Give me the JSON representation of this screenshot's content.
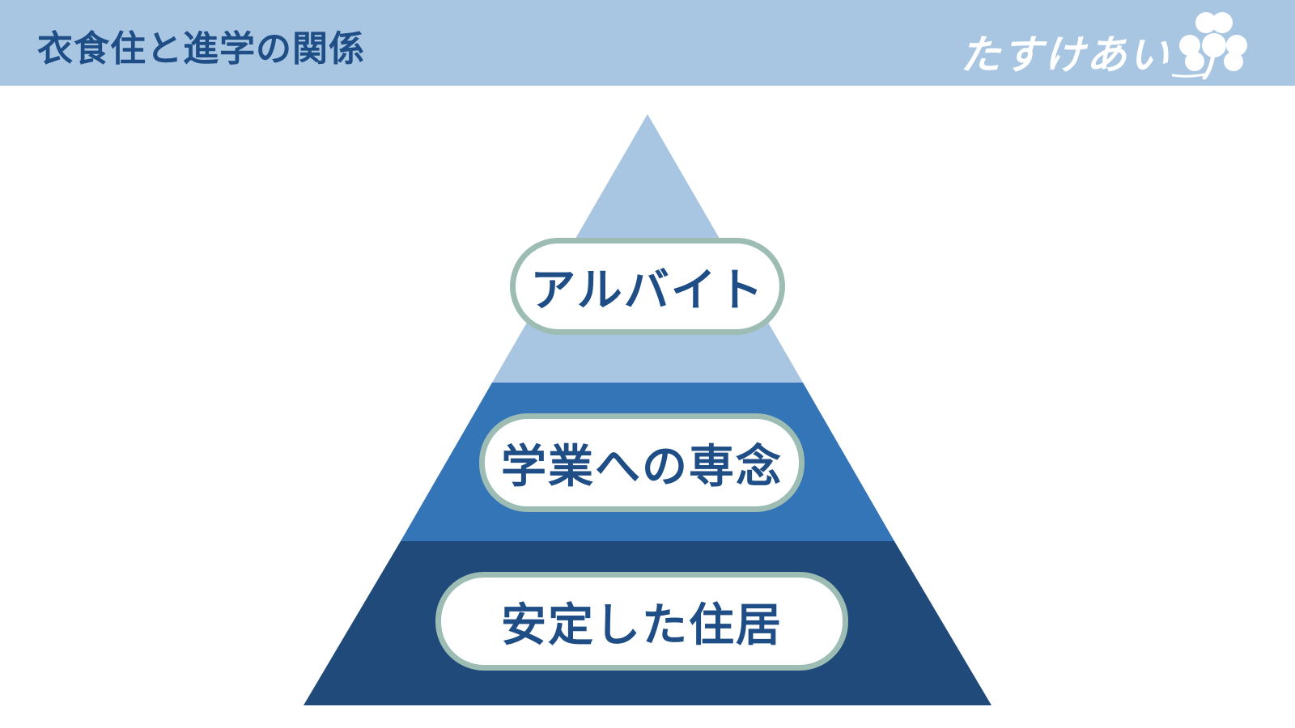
{
  "header": {
    "title": "衣食住と進学の関係",
    "background": "#a8c6e2",
    "title_color": "#1f4e86"
  },
  "brand": {
    "text": "たすけあい",
    "logo_icon": "clover-icon"
  },
  "pyramid": {
    "tiers": [
      {
        "label": "アルバイト",
        "color": "#a8c6e2"
      },
      {
        "label": "学業への専念",
        "color": "#3375b7"
      },
      {
        "label": "安定した住居",
        "color": "#1f4a7a"
      }
    ],
    "pill_border_color": "#9cbcb4"
  }
}
